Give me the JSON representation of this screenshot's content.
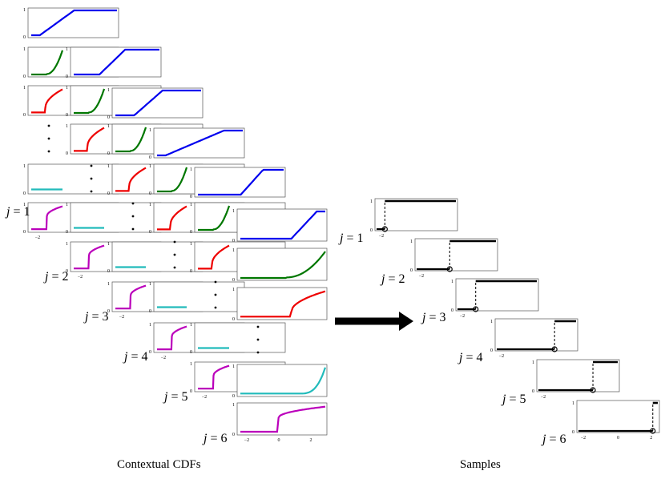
{
  "captions": {
    "left": "Contextual CDFs",
    "right": "Samples"
  },
  "labels": {
    "j_prefix": "j",
    "j_values": [
      "= 1",
      "= 2",
      "= 3",
      "= 4",
      "= 5",
      "= 6"
    ]
  },
  "tick_labels": {
    "y0": "0",
    "y1": "1",
    "xneg2": "−2",
    "x0": "0",
    "x2": "2"
  },
  "colors": {
    "blue": "#0000ee",
    "green": "#007700",
    "red": "#ee0000",
    "cyan": "#22bbbb",
    "magenta": "#bb00bb",
    "black": "#000000",
    "frame": "#555555"
  },
  "chart_data": {
    "type": "diagram",
    "x_range": [
      -2.5,
      2.5
    ],
    "y_range": [
      0,
      1
    ],
    "contextual_cdfs": [
      {
        "j": 1,
        "rows": [
          "blue",
          "green",
          "red",
          "ellipsis",
          "cyan",
          "magenta"
        ]
      },
      {
        "j": 2,
        "rows": [
          "blue",
          "green",
          "red",
          "ellipsis",
          "cyan",
          "magenta"
        ]
      },
      {
        "j": 3,
        "rows": [
          "blue",
          "green",
          "red",
          "ellipsis",
          "cyan",
          "magenta"
        ]
      },
      {
        "j": 4,
        "rows": [
          "blue",
          "green",
          "red",
          "ellipsis",
          "cyan",
          "magenta"
        ]
      },
      {
        "j": 5,
        "rows": [
          "blue",
          "green",
          "red",
          "ellipsis",
          "cyan",
          "magenta"
        ]
      },
      {
        "j": 6,
        "rows": [
          "blue",
          "green",
          "red",
          "ellipsis",
          "cyan",
          "magenta"
        ]
      }
    ],
    "samples": [
      {
        "j": 1,
        "step_at": -1.9
      },
      {
        "j": 2,
        "step_at": -0.4
      },
      {
        "j": 3,
        "step_at": -1.3
      },
      {
        "j": 4,
        "step_at": 1.1
      },
      {
        "j": 5,
        "step_at": 0.9
      },
      {
        "j": 6,
        "step_at": 2.1
      }
    ]
  }
}
